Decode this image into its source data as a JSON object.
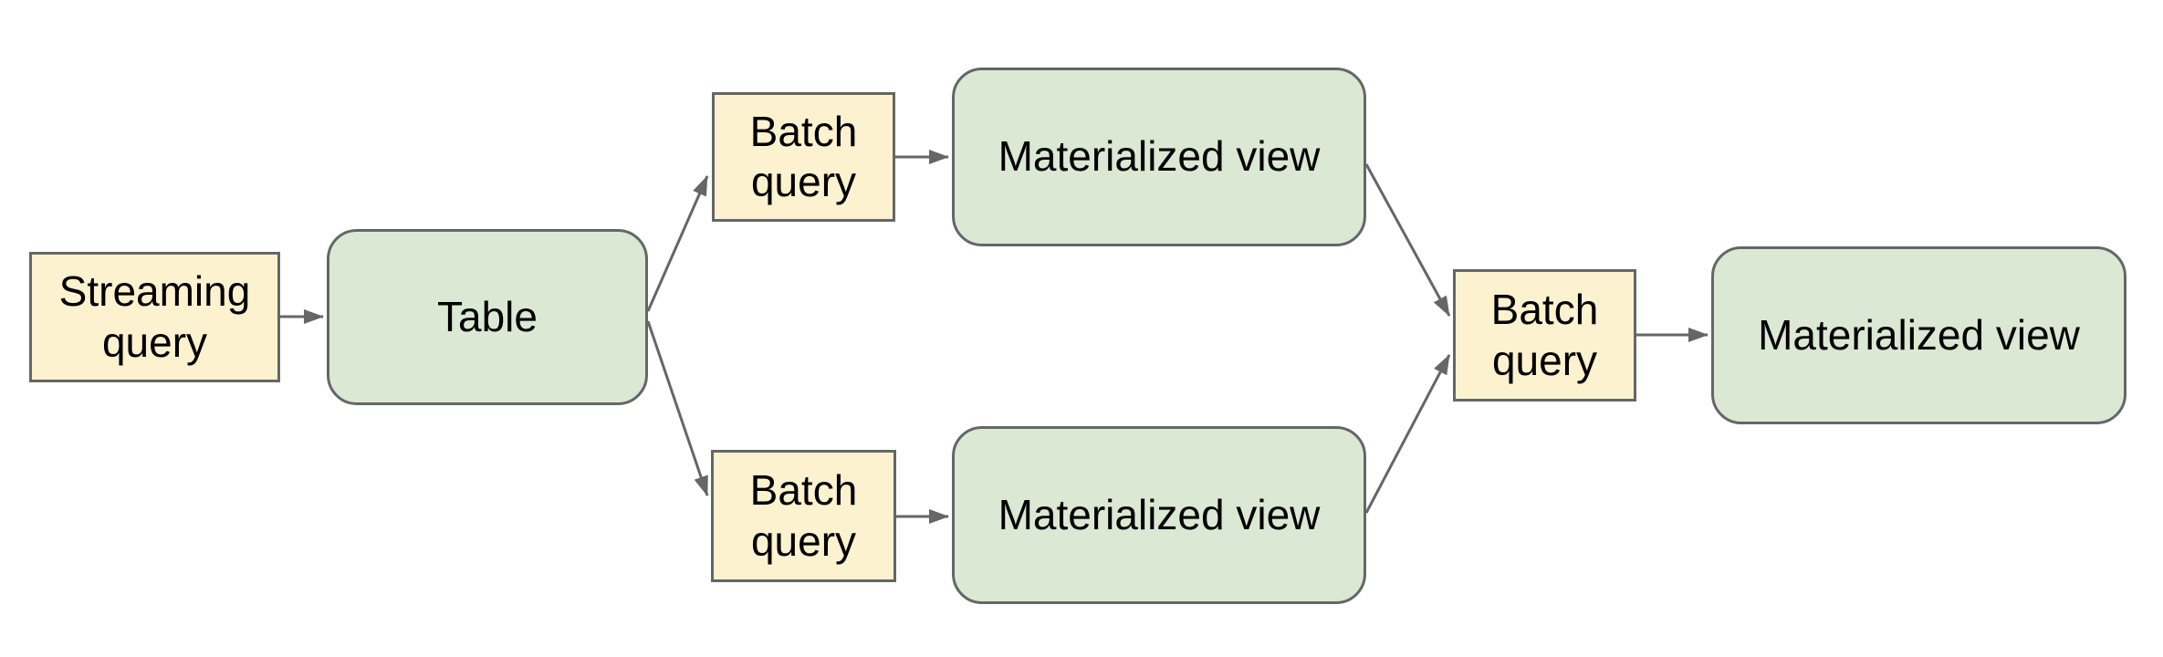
{
  "diagram": {
    "background_color": "#ffffff",
    "colors": {
      "query_node_fill": "#fdf2cf",
      "view_node_fill": "#dbe8d3",
      "node_border": "#666666",
      "arrow": "#666666",
      "text": "#000000"
    },
    "nodes": [
      {
        "id": "streaming-query",
        "label": "Streaming query",
        "kind": "query"
      },
      {
        "id": "table",
        "label": "Table",
        "kind": "view"
      },
      {
        "id": "batch-query-top",
        "label": "Batch query",
        "kind": "query"
      },
      {
        "id": "materialized-view-top",
        "label": "Materialized view",
        "kind": "view"
      },
      {
        "id": "batch-query-bottom",
        "label": "Batch query",
        "kind": "query"
      },
      {
        "id": "materialized-view-bottom",
        "label": "Materialized view",
        "kind": "view"
      },
      {
        "id": "batch-query-right",
        "label": "Batch query",
        "kind": "query"
      },
      {
        "id": "materialized-view-final",
        "label": "Materialized view",
        "kind": "view"
      }
    ],
    "edges": [
      {
        "from": "streaming-query",
        "to": "table"
      },
      {
        "from": "table",
        "to": "batch-query-top"
      },
      {
        "from": "table",
        "to": "batch-query-bottom"
      },
      {
        "from": "batch-query-top",
        "to": "materialized-view-top"
      },
      {
        "from": "batch-query-bottom",
        "to": "materialized-view-bottom"
      },
      {
        "from": "materialized-view-top",
        "to": "batch-query-right"
      },
      {
        "from": "materialized-view-bottom",
        "to": "batch-query-right"
      },
      {
        "from": "batch-query-right",
        "to": "materialized-view-final"
      }
    ]
  }
}
